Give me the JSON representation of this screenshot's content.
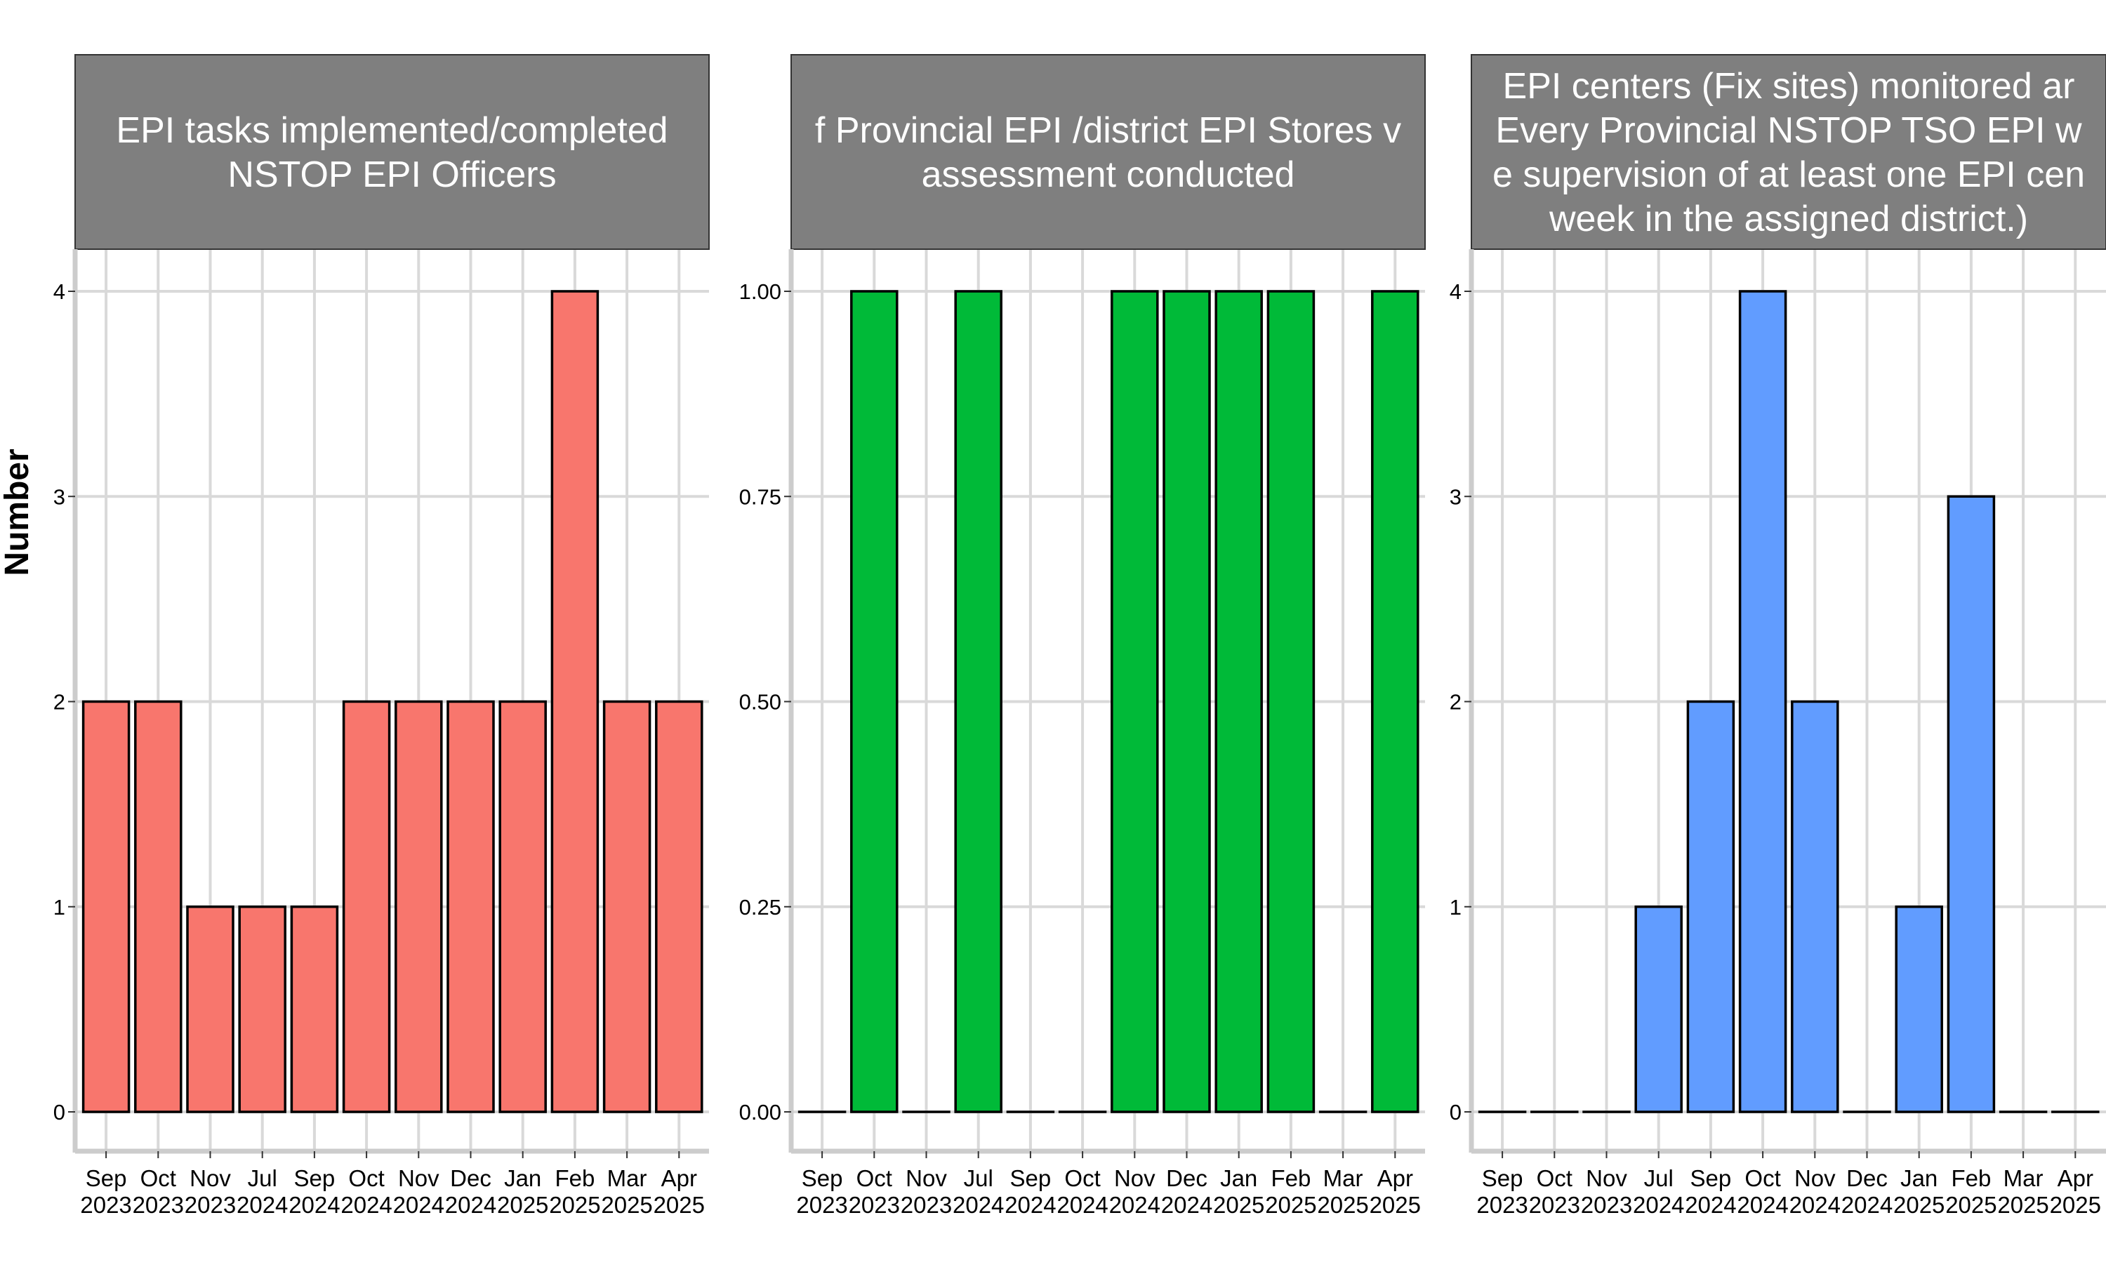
{
  "ylabel": "Number",
  "colors": {
    "panel_bg": "#FFFFFF",
    "grid": "#D9D9D9",
    "strip_bg": "#7F7F7F",
    "strip_text": "#FFFFFF",
    "axis": "#CCCCCC",
    "bar_outline": "#000000",
    "tick_text": "#000000"
  },
  "chart_data": [
    {
      "type": "bar",
      "title_lines": [
        "EPI tasks implemented/completed",
        "NSTOP EPI Officers"
      ],
      "categories": [
        "Sep\n2023",
        "Oct\n2023",
        "Nov\n2023",
        "Jul\n2024",
        "Sep\n2024",
        "Oct\n2024",
        "Nov\n2024",
        "Dec\n2024",
        "Jan\n2025",
        "Feb\n2025",
        "Mar\n2025",
        "Apr\n2025"
      ],
      "values": [
        2,
        2,
        1,
        1,
        1,
        2,
        2,
        2,
        2,
        4,
        2,
        2
      ],
      "ylim": [
        0,
        4
      ],
      "yticks": [
        0,
        1,
        2,
        3,
        4
      ],
      "ytick_labels": [
        "0",
        "1",
        "2",
        "3",
        "4"
      ],
      "color": "#F8766D",
      "grid": true
    },
    {
      "type": "bar",
      "title_lines": [
        "f Provincial EPI /district EPI Stores v",
        "assessment conducted"
      ],
      "categories": [
        "Sep\n2023",
        "Oct\n2023",
        "Nov\n2023",
        "Jul\n2024",
        "Sep\n2024",
        "Oct\n2024",
        "Nov\n2024",
        "Dec\n2024",
        "Jan\n2025",
        "Feb\n2025",
        "Mar\n2025",
        "Apr\n2025"
      ],
      "values": [
        0,
        1,
        0,
        1,
        0,
        0,
        1,
        1,
        1,
        1,
        0,
        1
      ],
      "ylim": [
        0,
        1
      ],
      "yticks": [
        0,
        0.25,
        0.5,
        0.75,
        1
      ],
      "ytick_labels": [
        "0.00",
        "0.25",
        "0.50",
        "0.75",
        "1.00"
      ],
      "color": "#00BA38",
      "grid": true
    },
    {
      "type": "bar",
      "title_lines": [
        "EPI centers (Fix sites) monitored ar",
        "Every Provincial NSTOP TSO EPI w",
        "e supervision of at least one EPI cen",
        "week in the assigned district.)"
      ],
      "categories": [
        "Sep\n2023",
        "Oct\n2023",
        "Nov\n2023",
        "Jul\n2024",
        "Sep\n2024",
        "Oct\n2024",
        "Nov\n2024",
        "Dec\n2024",
        "Jan\n2025",
        "Feb\n2025",
        "Mar\n2025",
        "Apr\n2025"
      ],
      "values": [
        0,
        0,
        0,
        1,
        2,
        4,
        2,
        0,
        1,
        3,
        0,
        0
      ],
      "ylim": [
        0,
        4
      ],
      "yticks": [
        0,
        1,
        2,
        3,
        4
      ],
      "ytick_labels": [
        "0",
        "1",
        "2",
        "3",
        "4"
      ],
      "color": "#619CFF",
      "grid": true
    }
  ]
}
